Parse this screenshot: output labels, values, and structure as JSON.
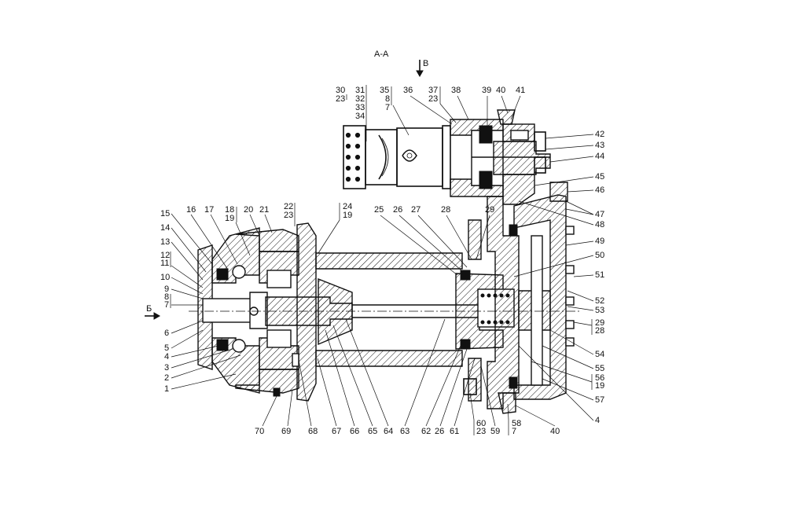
{
  "drawing": {
    "section_label": "А-А",
    "view_b_label": "В",
    "view_side_label": "Б",
    "colors": {
      "line": "#111111",
      "background": "#ffffff"
    }
  },
  "labels": {
    "left": [
      "15",
      "14",
      "13",
      "12",
      "11",
      "10",
      "9",
      "8",
      "7",
      "6",
      "5",
      "4",
      "3",
      "2",
      "1"
    ],
    "top_main": [
      "16",
      "17",
      "18",
      "19",
      "20",
      "21",
      "22",
      "23",
      "24",
      "19",
      "25",
      "26",
      "27",
      "28",
      "29"
    ],
    "top_insert": [
      "30",
      "23",
      "31",
      "32",
      "33",
      "34",
      "35",
      "8",
      "7",
      "36",
      "37",
      "23",
      "38",
      "39",
      "40",
      "41"
    ],
    "right": [
      "42",
      "43",
      "44",
      "45",
      "46",
      "47",
      "48",
      "49",
      "50",
      "51",
      "52",
      "53",
      "29",
      "28",
      "54",
      "55",
      "56",
      "19",
      "57",
      "4"
    ],
    "bottom": [
      "70",
      "69",
      "68",
      "67",
      "66",
      "65",
      "64",
      "63",
      "62",
      "26",
      "61",
      "60",
      "23",
      "59",
      "58",
      "7",
      "40"
    ]
  }
}
